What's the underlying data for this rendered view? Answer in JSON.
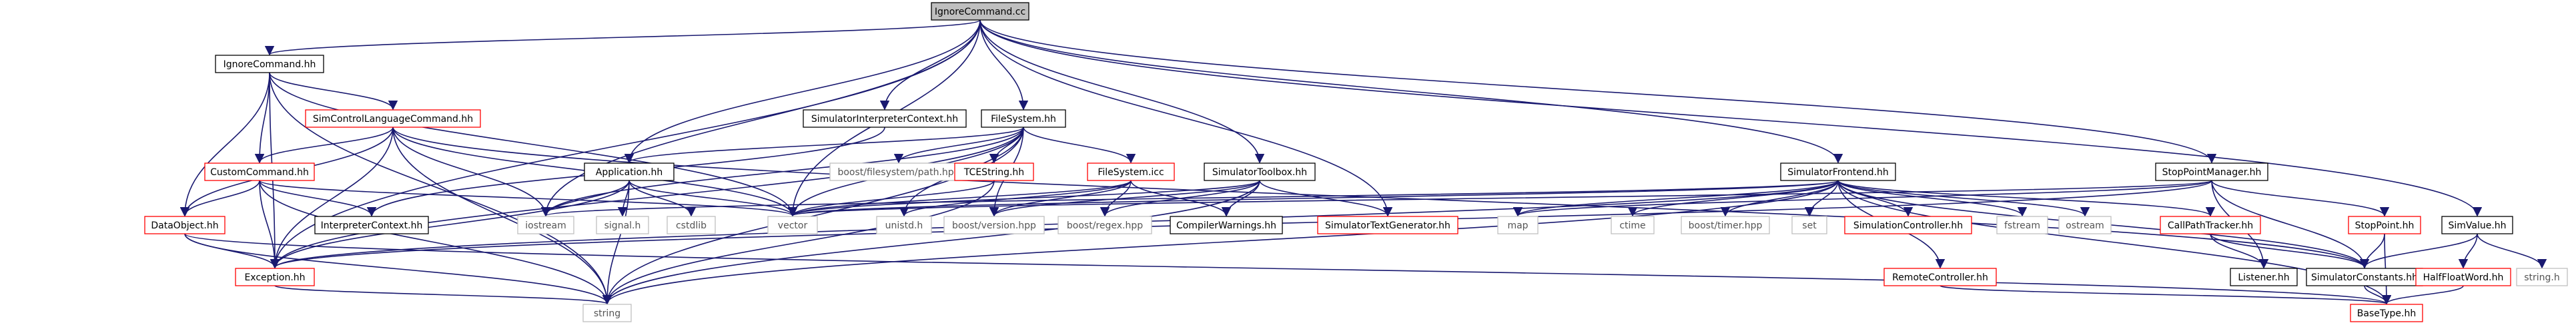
{
  "graph": {
    "root": "IgnoreCommand.cc",
    "colors": {
      "edge": "#191970",
      "root_fill": "#bfbfbf",
      "normal_border": "#000000",
      "missing_border": "#ff0000",
      "system_border": "#bfbfbf",
      "system_text": "#555555"
    },
    "nodes": [
      {
        "id": "IgnoreCommand.cc",
        "label": "IgnoreCommand.cc",
        "kind": "root"
      },
      {
        "id": "IgnoreCommand.hh",
        "label": "IgnoreCommand.hh",
        "kind": "normal"
      },
      {
        "id": "SimControlLanguageCommand.hh",
        "label": "SimControlLanguageCommand.hh",
        "kind": "missing"
      },
      {
        "id": "CustomCommand.hh",
        "label": "CustomCommand.hh",
        "kind": "missing"
      },
      {
        "id": "DataObject.hh",
        "label": "DataObject.hh",
        "kind": "missing"
      },
      {
        "id": "Exception.hh",
        "label": "Exception.hh",
        "kind": "missing"
      },
      {
        "id": "string",
        "label": "string",
        "kind": "system"
      },
      {
        "id": "BaseType.hh",
        "label": "BaseType.hh",
        "kind": "missing"
      },
      {
        "id": "InterpreterContext.hh",
        "label": "InterpreterContext.hh",
        "kind": "normal"
      },
      {
        "id": "iostream",
        "label": "iostream",
        "kind": "system"
      },
      {
        "id": "vector",
        "label": "vector",
        "kind": "system"
      },
      {
        "id": "SimulatorInterpreterContext.hh",
        "label": "SimulatorInterpreterContext.hh",
        "kind": "normal"
      },
      {
        "id": "Application.hh",
        "label": "Application.hh",
        "kind": "normal"
      },
      {
        "id": "signal.h",
        "label": "signal.h",
        "kind": "system"
      },
      {
        "id": "cstdlib",
        "label": "cstdlib",
        "kind": "system"
      },
      {
        "id": "FileSystem.hh",
        "label": "FileSystem.hh",
        "kind": "normal"
      },
      {
        "id": "boost/filesystem/path.hpp",
        "label": "boost/filesystem/path.hpp",
        "kind": "system"
      },
      {
        "id": "TCEString.hh",
        "label": "TCEString.hh",
        "kind": "missing"
      },
      {
        "id": "FileSystem.icc",
        "label": "FileSystem.icc",
        "kind": "missing"
      },
      {
        "id": "unistd.h",
        "label": "unistd.h",
        "kind": "system"
      },
      {
        "id": "boost/version.hpp",
        "label": "boost/version.hpp",
        "kind": "system"
      },
      {
        "id": "boost/regex.hpp",
        "label": "boost/regex.hpp",
        "kind": "system"
      },
      {
        "id": "CompilerWarnings.hh",
        "label": "CompilerWarnings.hh",
        "kind": "normal"
      },
      {
        "id": "SimulatorToolbox.hh",
        "label": "SimulatorToolbox.hh",
        "kind": "normal"
      },
      {
        "id": "SimulatorTextGenerator.hh",
        "label": "SimulatorTextGenerator.hh",
        "kind": "missing"
      },
      {
        "id": "map",
        "label": "map",
        "kind": "system"
      },
      {
        "id": "SimulatorFrontend.hh",
        "label": "SimulatorFrontend.hh",
        "kind": "normal"
      },
      {
        "id": "ctime",
        "label": "ctime",
        "kind": "system"
      },
      {
        "id": "boost/timer.hpp",
        "label": "boost/timer.hpp",
        "kind": "system"
      },
      {
        "id": "set",
        "label": "set",
        "kind": "system"
      },
      {
        "id": "SimulationController.hh",
        "label": "SimulationController.hh",
        "kind": "missing"
      },
      {
        "id": "RemoteController.hh",
        "label": "RemoteController.hh",
        "kind": "missing"
      },
      {
        "id": "fstream",
        "label": "fstream",
        "kind": "system"
      },
      {
        "id": "ostream",
        "label": "ostream",
        "kind": "system"
      },
      {
        "id": "CallPathTracker.hh",
        "label": "CallPathTracker.hh",
        "kind": "missing"
      },
      {
        "id": "Listener.hh",
        "label": "Listener.hh",
        "kind": "normal"
      },
      {
        "id": "StopPointManager.hh",
        "label": "StopPointManager.hh",
        "kind": "normal"
      },
      {
        "id": "StopPoint.hh",
        "label": "StopPoint.hh",
        "kind": "missing"
      },
      {
        "id": "SimulatorConstants.hh",
        "label": "SimulatorConstants.hh",
        "kind": "normal"
      },
      {
        "id": "SimValue.hh",
        "label": "SimValue.hh",
        "kind": "normal"
      },
      {
        "id": "HalfFloatWord.hh",
        "label": "HalfFloatWord.hh",
        "kind": "missing"
      },
      {
        "id": "string.h",
        "label": "string.h",
        "kind": "system"
      }
    ],
    "edges": [
      [
        "IgnoreCommand.cc",
        "IgnoreCommand.hh"
      ],
      [
        "IgnoreCommand.cc",
        "Exception.hh"
      ],
      [
        "IgnoreCommand.cc",
        "SimulatorInterpreterContext.hh"
      ],
      [
        "IgnoreCommand.cc",
        "FileSystem.hh"
      ],
      [
        "IgnoreCommand.cc",
        "Application.hh"
      ],
      [
        "IgnoreCommand.cc",
        "SimulatorToolbox.hh"
      ],
      [
        "IgnoreCommand.cc",
        "SimulatorTextGenerator.hh"
      ],
      [
        "IgnoreCommand.cc",
        "SimulatorFrontend.hh"
      ],
      [
        "IgnoreCommand.cc",
        "StopPointManager.hh"
      ],
      [
        "IgnoreCommand.cc",
        "SimValue.hh"
      ],
      [
        "IgnoreCommand.cc",
        "iostream"
      ],
      [
        "IgnoreCommand.cc",
        "vector"
      ],
      [
        "IgnoreCommand.hh",
        "SimControlLanguageCommand.hh"
      ],
      [
        "IgnoreCommand.hh",
        "CustomCommand.hh"
      ],
      [
        "IgnoreCommand.hh",
        "DataObject.hh"
      ],
      [
        "IgnoreCommand.hh",
        "Exception.hh"
      ],
      [
        "IgnoreCommand.hh",
        "string"
      ],
      [
        "IgnoreCommand.hh",
        "vector"
      ],
      [
        "SimControlLanguageCommand.hh",
        "CustomCommand.hh"
      ],
      [
        "SimControlLanguageCommand.hh",
        "DataObject.hh"
      ],
      [
        "SimControlLanguageCommand.hh",
        "Exception.hh"
      ],
      [
        "SimControlLanguageCommand.hh",
        "iostream"
      ],
      [
        "SimControlLanguageCommand.hh",
        "vector"
      ],
      [
        "SimControlLanguageCommand.hh",
        "string"
      ],
      [
        "SimControlLanguageCommand.hh",
        "SimulatorConstants.hh"
      ],
      [
        "CustomCommand.hh",
        "DataObject.hh"
      ],
      [
        "CustomCommand.hh",
        "Exception.hh"
      ],
      [
        "CustomCommand.hh",
        "InterpreterContext.hh"
      ],
      [
        "CustomCommand.hh",
        "string"
      ],
      [
        "CustomCommand.hh",
        "vector"
      ],
      [
        "DataObject.hh",
        "Exception.hh"
      ],
      [
        "DataObject.hh",
        "string"
      ],
      [
        "DataObject.hh",
        "BaseType.hh"
      ],
      [
        "Exception.hh",
        "string"
      ],
      [
        "SimulatorInterpreterContext.hh",
        "InterpreterContext.hh"
      ],
      [
        "FileSystem.hh",
        "Exception.hh"
      ],
      [
        "FileSystem.hh",
        "iostream"
      ],
      [
        "FileSystem.hh",
        "vector"
      ],
      [
        "FileSystem.hh",
        "string"
      ],
      [
        "FileSystem.hh",
        "boost/filesystem/path.hpp"
      ],
      [
        "FileSystem.hh",
        "TCEString.hh"
      ],
      [
        "FileSystem.hh",
        "FileSystem.icc"
      ],
      [
        "FileSystem.hh",
        "unistd.h"
      ],
      [
        "FileSystem.hh",
        "boost/version.hpp"
      ],
      [
        "FileSystem.hh",
        "Application.hh"
      ],
      [
        "TCEString.hh",
        "string"
      ],
      [
        "TCEString.hh",
        "vector"
      ],
      [
        "FileSystem.icc",
        "unistd.h"
      ],
      [
        "FileSystem.icc",
        "vector"
      ],
      [
        "FileSystem.icc",
        "boost/version.hpp"
      ],
      [
        "FileSystem.icc",
        "boost/regex.hpp"
      ],
      [
        "FileSystem.icc",
        "CompilerWarnings.hh"
      ],
      [
        "Application.hh",
        "iostream"
      ],
      [
        "Application.hh",
        "vector"
      ],
      [
        "Application.hh",
        "signal.h"
      ],
      [
        "Application.hh",
        "cstdlib"
      ],
      [
        "Application.hh",
        "string"
      ],
      [
        "Application.hh",
        "Exception.hh"
      ],
      [
        "SimulatorToolbox.hh",
        "SimulatorTextGenerator.hh"
      ],
      [
        "SimulatorToolbox.hh",
        "CompilerWarnings.hh"
      ],
      [
        "SimulatorToolbox.hh",
        "boost/version.hpp"
      ],
      [
        "SimulatorToolbox.hh",
        "boost/regex.hpp"
      ],
      [
        "SimulatorToolbox.hh",
        "string"
      ],
      [
        "SimulatorToolbox.hh",
        "vector"
      ],
      [
        "SimulatorFrontend.hh",
        "iostream"
      ],
      [
        "SimulatorFrontend.hh",
        "vector"
      ],
      [
        "SimulatorFrontend.hh",
        "map"
      ],
      [
        "SimulatorFrontend.hh",
        "ctime"
      ],
      [
        "SimulatorFrontend.hh",
        "boost/timer.hpp"
      ],
      [
        "SimulatorFrontend.hh",
        "set"
      ],
      [
        "SimulatorFrontend.hh",
        "SimulationController.hh"
      ],
      [
        "SimulatorFrontend.hh",
        "RemoteController.hh"
      ],
      [
        "SimulatorFrontend.hh",
        "fstream"
      ],
      [
        "SimulatorFrontend.hh",
        "ostream"
      ],
      [
        "SimulatorFrontend.hh",
        "CallPathTracker.hh"
      ],
      [
        "SimulatorFrontend.hh",
        "SimulatorConstants.hh"
      ],
      [
        "SimulatorFrontend.hh",
        "BaseType.hh"
      ],
      [
        "SimulatorFrontend.hh",
        "Exception.hh"
      ],
      [
        "SimulatorFrontend.hh",
        "string"
      ],
      [
        "RemoteController.hh",
        "BaseType.hh"
      ],
      [
        "CallPathTracker.hh",
        "Listener.hh"
      ],
      [
        "CallPathTracker.hh",
        "SimulatorConstants.hh"
      ],
      [
        "StopPointManager.hh",
        "map"
      ],
      [
        "StopPointManager.hh",
        "vector"
      ],
      [
        "StopPointManager.hh",
        "Listener.hh"
      ],
      [
        "StopPointManager.hh",
        "StopPoint.hh"
      ],
      [
        "StopPointManager.hh",
        "SimulatorConstants.hh"
      ],
      [
        "StopPointManager.hh",
        "Exception.hh"
      ],
      [
        "StopPoint.hh",
        "SimulatorConstants.hh"
      ],
      [
        "StopPoint.hh",
        "BaseType.hh"
      ],
      [
        "SimulatorConstants.hh",
        "BaseType.hh"
      ],
      [
        "SimValue.hh",
        "HalfFloatWord.hh"
      ],
      [
        "SimValue.hh",
        "SimulatorConstants.hh"
      ],
      [
        "SimValue.hh",
        "string.h"
      ],
      [
        "HalfFloatWord.hh",
        "BaseType.hh"
      ]
    ]
  }
}
